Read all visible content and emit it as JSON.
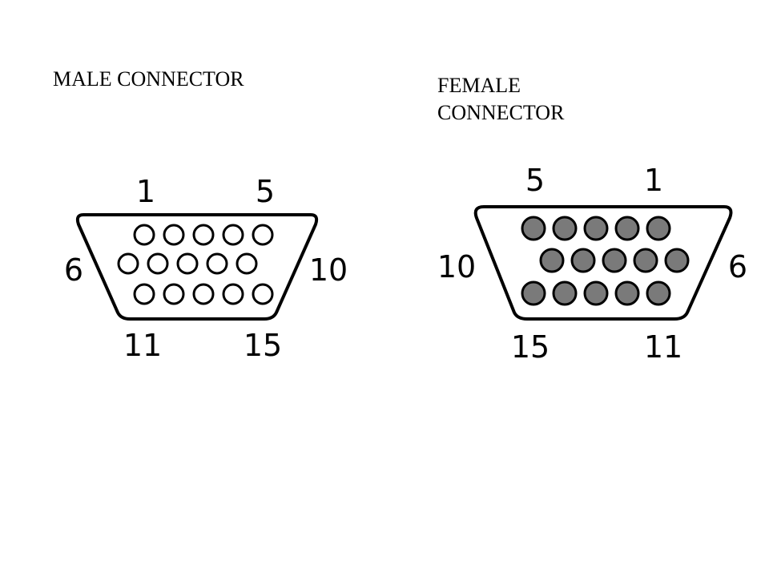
{
  "male": {
    "caption": "MALE CONNECTOR",
    "pin_labels": {
      "top_left": "1",
      "top_right": "5",
      "middle_left": "6",
      "middle_right": "10",
      "bottom_left": "11",
      "bottom_right": "15"
    },
    "pin_style": "hollow"
  },
  "female": {
    "caption_line1": "FEMALE",
    "caption_line2": "CONNECTOR",
    "pin_labels": {
      "top_left": "5",
      "top_right": "1",
      "middle_left": "10",
      "middle_right": "6",
      "bottom_left": "15",
      "bottom_right": "11"
    },
    "pin_style": "filled",
    "pin_fill_color": "#7a7a7a"
  },
  "colors": {
    "outline": "#000000",
    "background": "#ffffff"
  }
}
